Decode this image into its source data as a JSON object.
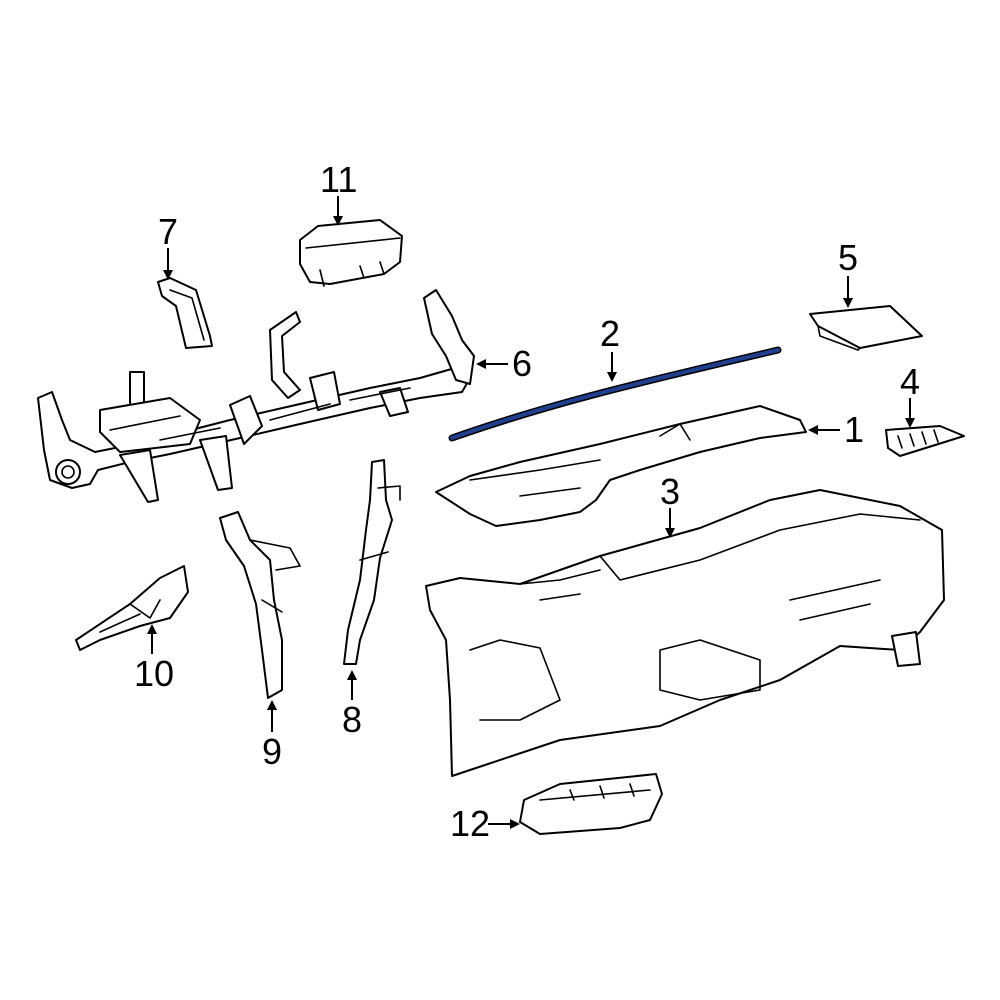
{
  "diagram": {
    "highlight_color": "#1f3f8f",
    "callouts": [
      {
        "id": "1",
        "label": "1"
      },
      {
        "id": "2",
        "label": "2"
      },
      {
        "id": "3",
        "label": "3"
      },
      {
        "id": "4",
        "label": "4"
      },
      {
        "id": "5",
        "label": "5"
      },
      {
        "id": "6",
        "label": "6"
      },
      {
        "id": "7",
        "label": "7"
      },
      {
        "id": "8",
        "label": "8"
      },
      {
        "id": "9",
        "label": "9"
      },
      {
        "id": "10",
        "label": "10"
      },
      {
        "id": "11",
        "label": "11"
      },
      {
        "id": "12",
        "label": "12"
      }
    ]
  }
}
